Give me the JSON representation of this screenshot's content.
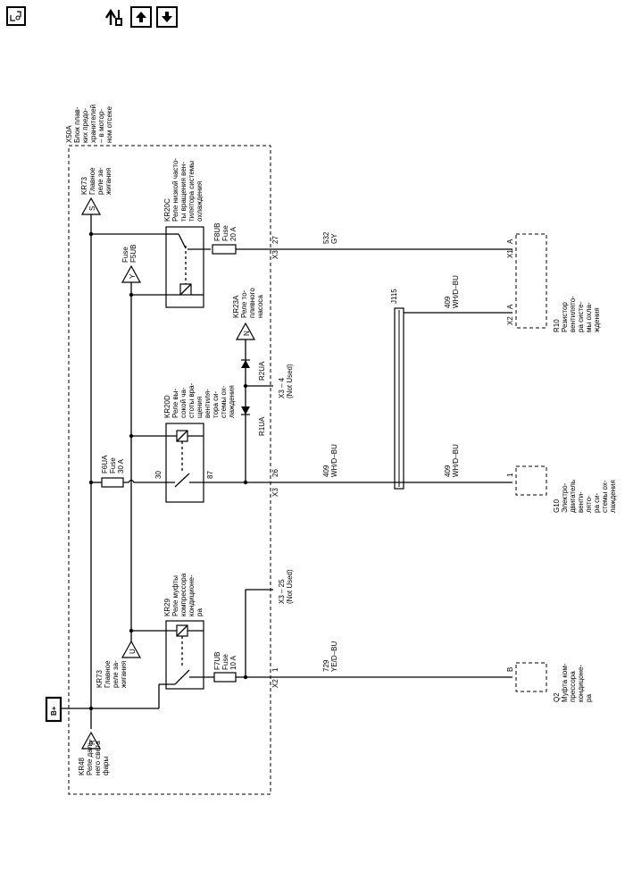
{
  "toolbar": {
    "icons": [
      "locator-icon",
      "connector-wrench-icon",
      "arrow-up-icon",
      "arrow-down-icon"
    ]
  },
  "fuse_block": {
    "ref": "X50A",
    "desc": [
      "Блок плав-",
      "ких предо-",
      "хранителей",
      "– в мотор-",
      "ном отсеке"
    ]
  },
  "power": {
    "label": "B+"
  },
  "relays": {
    "kr73_top": {
      "ref": "KR73",
      "desc": [
        "Главное",
        "реле за-",
        "жигания"
      ],
      "letter": "S"
    },
    "kr73_bottom": {
      "ref": "KR73",
      "desc": [
        "Главное",
        "реле за-",
        "жигания"
      ],
      "letter": "U"
    },
    "kr48": {
      "ref": "KR48",
      "desc": [
        "Реле даль-",
        "него света",
        "фары"
      ],
      "letter": "R"
    },
    "kr23a": {
      "ref": "KR23A",
      "desc": [
        "Реле то-",
        "пливного",
        "насоса"
      ],
      "letter": "N"
    },
    "fuse_y": {
      "ref": "Fuse",
      "desc": [
        "F5UB"
      ],
      "letter": "Y"
    },
    "kr20c": {
      "ref": "KR20C",
      "desc": [
        "Реле низкой часто-",
        "ты вращения вен-",
        "тилятора системы",
        "охлаждения"
      ]
    },
    "kr20d": {
      "ref": "KR20D",
      "desc": [
        "Реле вы-",
        "сокой ча-",
        "стоты вра-",
        "щения",
        "вентиля-",
        "тора си-",
        "стемы ох-",
        "лаждения"
      ],
      "pin_in": "30",
      "pin_out": "87"
    },
    "kr29": {
      "ref": "KR29",
      "desc": [
        "Реле муфты",
        "компрессора",
        "кондиционе-",
        "ра"
      ]
    }
  },
  "fuses": {
    "f6ua": [
      "F6UA",
      "Fuse",
      "30 A"
    ],
    "f8ub": [
      "F8UB",
      "Fuse",
      "20 A"
    ],
    "f7ub": [
      "F7UB",
      "Fuse",
      "10 A"
    ]
  },
  "diodes": {
    "r1ua": "R1UA",
    "r2ua": "R2UA"
  },
  "connectors": {
    "x3_27": {
      "conn": "X3",
      "pin": "27"
    },
    "x3_4": {
      "line1": "X3 – 4",
      "line2": "(Not Used)"
    },
    "x3_26": {
      "conn": "X3",
      "pin": "26"
    },
    "x3_25": {
      "line1": "X3 – 25",
      "line2": "(Not Used)"
    },
    "x2_1": {
      "conn": "X2",
      "pin": "1"
    }
  },
  "wires": {
    "w532": [
      "532",
      "GY"
    ],
    "w409a": [
      "409",
      "WH/D–BU"
    ],
    "w409b": [
      "409",
      "WH/D–BU"
    ],
    "w409c": [
      "409",
      "WH/D–BU"
    ],
    "w729": [
      "729",
      "YE/D–BU"
    ]
  },
  "splice": {
    "ref": "J115"
  },
  "components": {
    "r10": {
      "ref": "R10",
      "desc": [
        "Резистор",
        "вентилято-",
        "ра систе-",
        "мы охла-",
        "ждения"
      ],
      "conn1": "X1",
      "pin1": "A",
      "conn2": "X2",
      "pin2": "A"
    },
    "g10": {
      "ref": "G10",
      "desc": [
        "Электро-",
        "двигатель",
        "венти-",
        "лято-",
        "ра си-",
        "стемы ох-",
        "лаждения"
      ],
      "pin": "1"
    },
    "q2": {
      "ref": "Q2",
      "desc": [
        "Муфта ком-",
        "прессора",
        "кондицоне-",
        "ра"
      ],
      "pin": "B"
    }
  }
}
